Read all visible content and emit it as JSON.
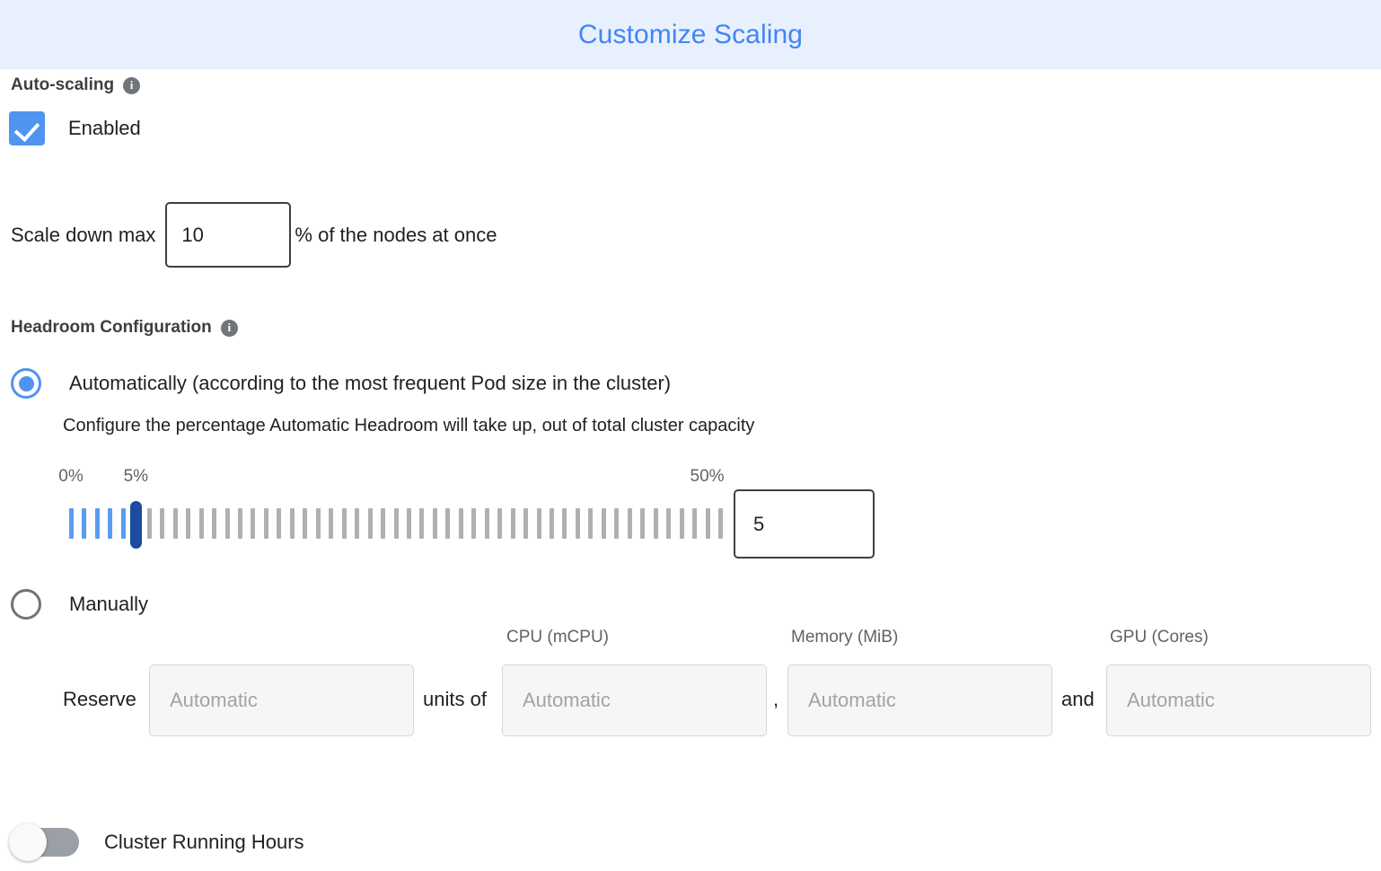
{
  "header": {
    "title": "Customize Scaling",
    "background_color": "#e8f0fe",
    "title_color": "#4285f4"
  },
  "autoscaling": {
    "section_label": "Auto-scaling",
    "info_icon": "info-icon",
    "enabled_label": "Enabled",
    "enabled_checked": true,
    "scale_down": {
      "prefix_label": "Scale down max",
      "value": "10",
      "suffix_label": "% of the nodes at once"
    }
  },
  "headroom": {
    "section_label": "Headroom Configuration",
    "info_icon": "info-icon",
    "option_automatic": {
      "label": "Automatically (according to the most frequent Pod size in the cluster)",
      "selected": true,
      "description": "Configure the percentage Automatic Headroom will take up, out of total cluster capacity"
    },
    "slider": {
      "min_label": "0%",
      "max_label": "50%",
      "current_label": "5%",
      "min": 0,
      "max": 50,
      "value": 5,
      "value_input": "5",
      "tick_count": 51,
      "filled_color": "#5a9cf0",
      "empty_color": "#b0b0b0",
      "thumb_color": "#1b4c9e"
    },
    "option_manual": {
      "label": "Manually",
      "selected": false,
      "reserve_label": "Reserve",
      "units_of_label": "units of",
      "comma_label": ",",
      "and_label": "and",
      "fields": [
        {
          "header": "",
          "placeholder": "Automatic",
          "value": ""
        },
        {
          "header": "CPU (mCPU)",
          "placeholder": "Automatic",
          "value": ""
        },
        {
          "header": "Memory (MiB)",
          "placeholder": "Automatic",
          "value": ""
        },
        {
          "header": "GPU (Cores)",
          "placeholder": "Automatic",
          "value": ""
        }
      ]
    }
  },
  "cluster_running_hours": {
    "label": "Cluster Running Hours",
    "enabled": false
  }
}
